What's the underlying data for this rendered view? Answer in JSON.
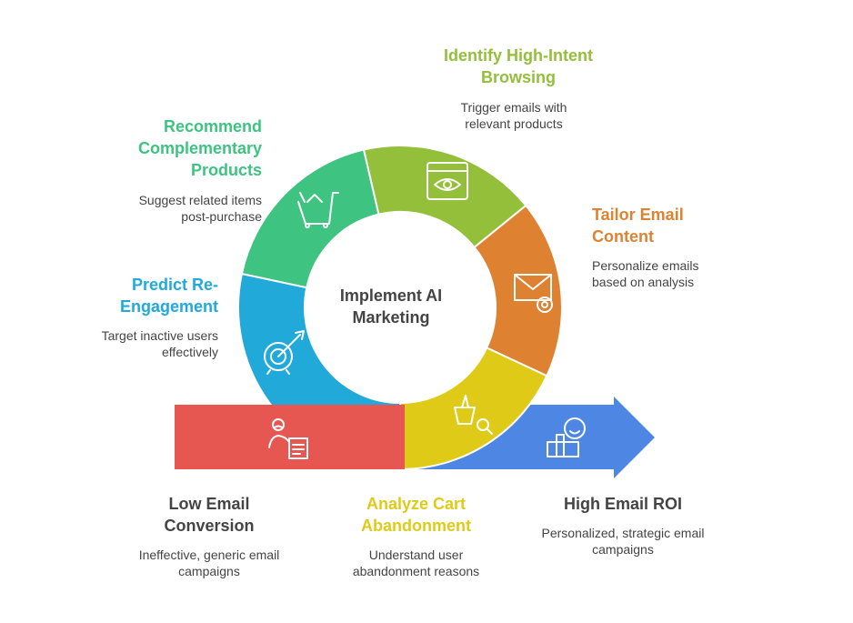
{
  "center_title": "Implement AI Marketing",
  "colors": {
    "green": "#3fc380",
    "lime": "#93bf3a",
    "orange": "#de8232",
    "yellow": "#dfcb17",
    "blue": "#21a9da",
    "red": "#e55750",
    "arrow": "#4d87e3"
  },
  "steps": [
    {
      "title": "Identify High-Intent Browsing",
      "desc": "Trigger emails with relevant products",
      "icon": "browser-eye-icon"
    },
    {
      "title": "Tailor Email Content",
      "desc": "Personalize emails based on analysis",
      "icon": "email-gear-icon"
    },
    {
      "title": "Analyze Cart Abandonment",
      "desc": "Understand user abandonment reasons",
      "icon": "basket-search-icon"
    },
    {
      "title": "Predict Re-Engagement",
      "desc": "Target inactive users effectively",
      "icon": "target-arrow-icon"
    },
    {
      "title": "Recommend Complementary Products",
      "desc": "Suggest related items post-purchase",
      "icon": "shopping-cart-icon"
    }
  ],
  "start": {
    "title": "Low Email Conversion",
    "desc": "Ineffective, generic email campaigns",
    "icon": "sad-user-document-icon"
  },
  "end": {
    "title": "High Email ROI",
    "desc": "Personalized, strategic email campaigns",
    "icon": "happy-building-icon"
  }
}
